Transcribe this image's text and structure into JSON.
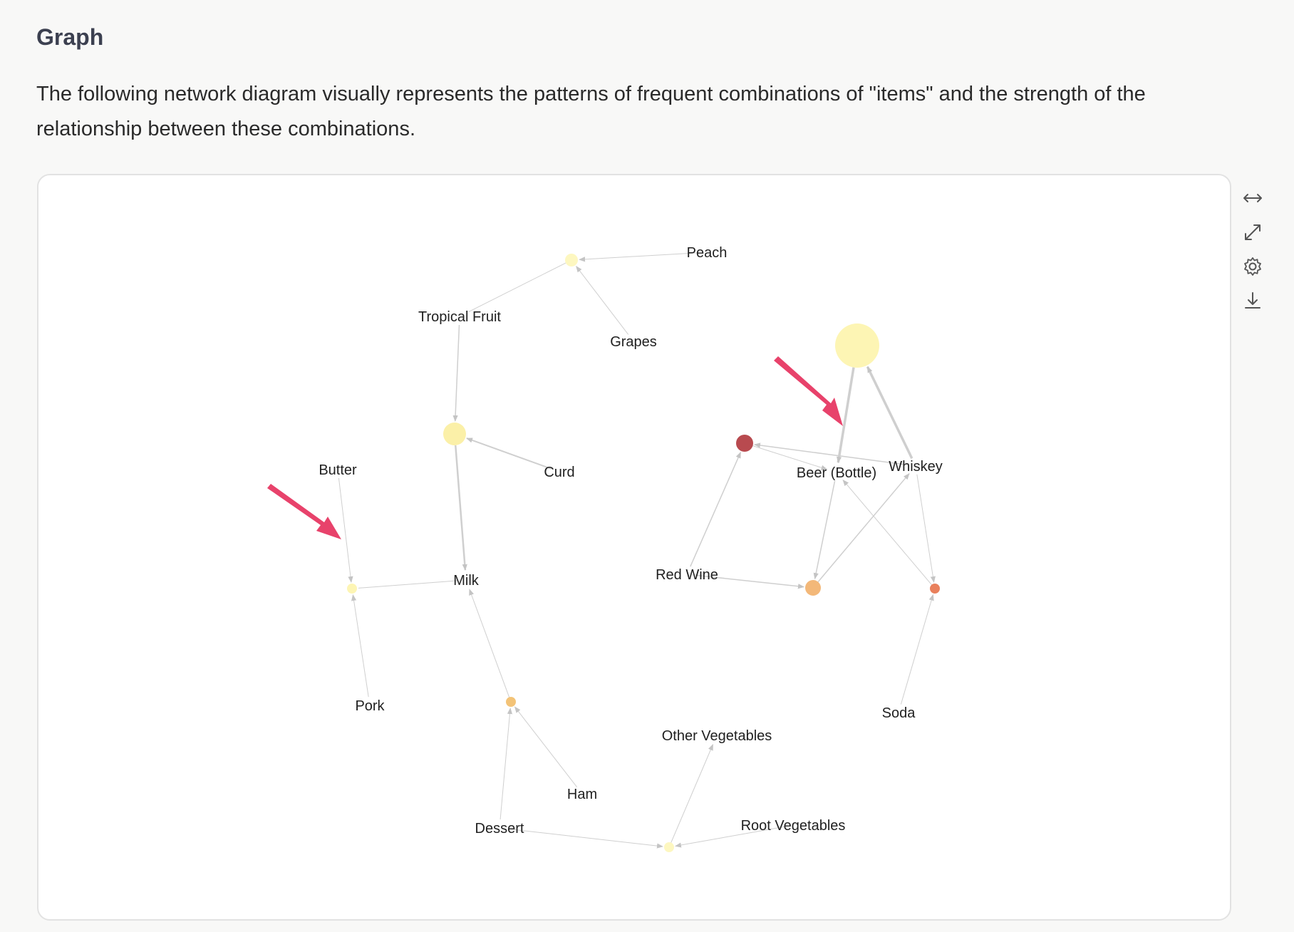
{
  "header": {
    "title": "Graph",
    "description": "The following network diagram visually represents the patterns of frequent combinations of \"items\" and the strength of the relationship between these combinations."
  },
  "toolbar": {
    "buttons": [
      {
        "name": "fit-width",
        "icon": "horizontal-arrows-icon"
      },
      {
        "name": "fullscreen",
        "icon": "expand-icon"
      },
      {
        "name": "settings",
        "icon": "gear-icon"
      },
      {
        "name": "download",
        "icon": "download-icon"
      }
    ]
  },
  "colors": {
    "edge": "#cfcfcf",
    "arrow_annotation": "#e8426b",
    "node_pale": "#fdf7c0",
    "node_light": "#fbf0a8",
    "node_orange": "#f3b879",
    "node_red_orange": "#e9805c",
    "node_dark_red": "#b84a4f"
  },
  "graph": {
    "labels": [
      {
        "id": "peach",
        "text": "Peach"
      },
      {
        "id": "tropical_fruit",
        "text": "Tropical Fruit"
      },
      {
        "id": "grapes",
        "text": "Grapes"
      },
      {
        "id": "curd",
        "text": "Curd"
      },
      {
        "id": "butter",
        "text": "Butter"
      },
      {
        "id": "milk",
        "text": "Milk"
      },
      {
        "id": "pork",
        "text": "Pork"
      },
      {
        "id": "ham",
        "text": "Ham"
      },
      {
        "id": "dessert",
        "text": "Dessert"
      },
      {
        "id": "other_vegetables",
        "text": "Other Vegetables"
      },
      {
        "id": "root_vegetables",
        "text": "Root Vegetables"
      },
      {
        "id": "beer_bottle",
        "text": "Beer (Bottle)"
      },
      {
        "id": "whiskey",
        "text": "Whiskey"
      },
      {
        "id": "red_wine",
        "text": "Red Wine"
      },
      {
        "id": "soda",
        "text": "Soda"
      }
    ],
    "rule_nodes": [
      {
        "id": "r_peach",
        "color": "#fdf7c0"
      },
      {
        "id": "r_curd",
        "color": "#fbf0a8"
      },
      {
        "id": "r_butter",
        "color": "#fdf5b4"
      },
      {
        "id": "r_ham",
        "color": "#f3c377"
      },
      {
        "id": "r_veg",
        "color": "#fdf7c0"
      },
      {
        "id": "r_beer",
        "color": "#fdf5b4"
      },
      {
        "id": "r_redwine",
        "color": "#b84a4f"
      },
      {
        "id": "r_wine_beer",
        "color": "#f3b879"
      },
      {
        "id": "r_soda",
        "color": "#e9805c"
      }
    ],
    "edges": [
      {
        "from": "peach",
        "to": "r_peach",
        "weight": 1
      },
      {
        "from": "grapes",
        "to": "r_peach",
        "weight": 1
      },
      {
        "from": "r_peach",
        "to": "tropical_fruit",
        "weight": 1,
        "arrow": false
      },
      {
        "from": "tropical_fruit",
        "to": "r_curd",
        "weight": 1.5
      },
      {
        "from": "curd",
        "to": "r_curd",
        "weight": 2
      },
      {
        "from": "r_curd",
        "to": "milk",
        "weight": 2.5
      },
      {
        "from": "butter",
        "to": "r_butter",
        "weight": 1
      },
      {
        "from": "pork",
        "to": "r_butter",
        "weight": 1
      },
      {
        "from": "milk",
        "to": "r_butter",
        "weight": 1,
        "arrow": false
      },
      {
        "from": "r_ham",
        "to": "milk",
        "weight": 1
      },
      {
        "from": "dessert",
        "to": "r_ham",
        "weight": 1
      },
      {
        "from": "ham",
        "to": "r_ham",
        "weight": 1
      },
      {
        "from": "dessert",
        "to": "r_veg",
        "weight": 1
      },
      {
        "from": "root_vegetables",
        "to": "r_veg",
        "weight": 1
      },
      {
        "from": "r_veg",
        "to": "other_vegetables",
        "weight": 1
      },
      {
        "from": "r_beer",
        "to": "beer_bottle",
        "weight": 3.5
      },
      {
        "from": "whiskey",
        "to": "r_beer",
        "weight": 3.5
      },
      {
        "from": "whiskey",
        "to": "r_redwine",
        "weight": 1.5
      },
      {
        "from": "red_wine",
        "to": "r_redwine",
        "weight": 1.5
      },
      {
        "from": "r_redwine",
        "to": "beer_bottle",
        "weight": 1
      },
      {
        "from": "beer_bottle",
        "to": "r_wine_beer",
        "weight": 1.5
      },
      {
        "from": "red_wine",
        "to": "r_wine_beer",
        "weight": 1.5
      },
      {
        "from": "r_wine_beer",
        "to": "whiskey",
        "weight": 1.5
      },
      {
        "from": "whiskey",
        "to": "r_soda",
        "weight": 1
      },
      {
        "from": "soda",
        "to": "r_soda",
        "weight": 1
      },
      {
        "from": "r_soda",
        "to": "beer_bottle",
        "weight": 1
      }
    ]
  }
}
